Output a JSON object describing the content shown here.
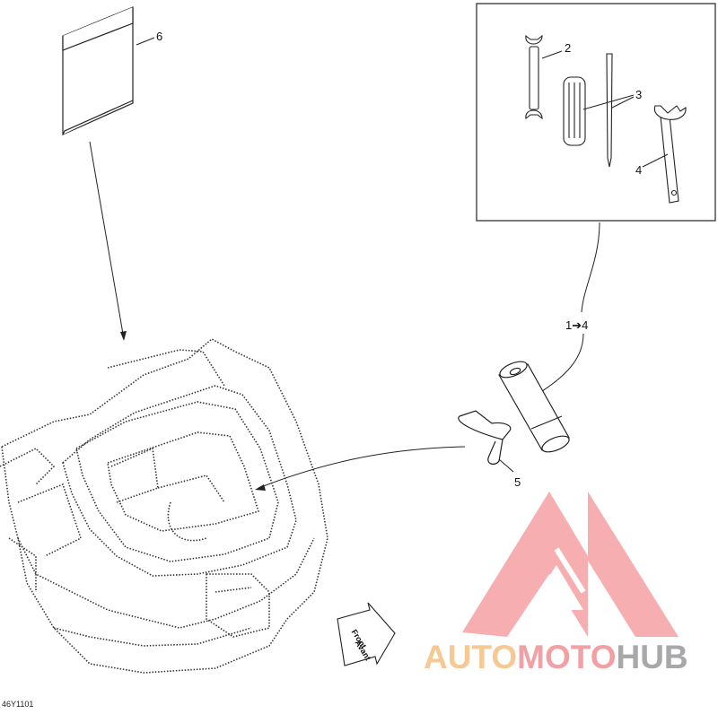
{
  "callouts": {
    "c6": "6",
    "c2": "2",
    "c3": "3",
    "c4": "4",
    "c1to4": "1➔4",
    "c5": "5"
  },
  "front_arrow": {
    "line1": "Front",
    "line2": "Avant"
  },
  "document_id": "46Y1101",
  "watermark": {
    "part1": "AUTO",
    "part2": "MOTO",
    "part3": "HUB",
    "colors": {
      "orange": "#f6c894",
      "red": "#f2a0a4",
      "gray": "#a8a8aa"
    }
  }
}
